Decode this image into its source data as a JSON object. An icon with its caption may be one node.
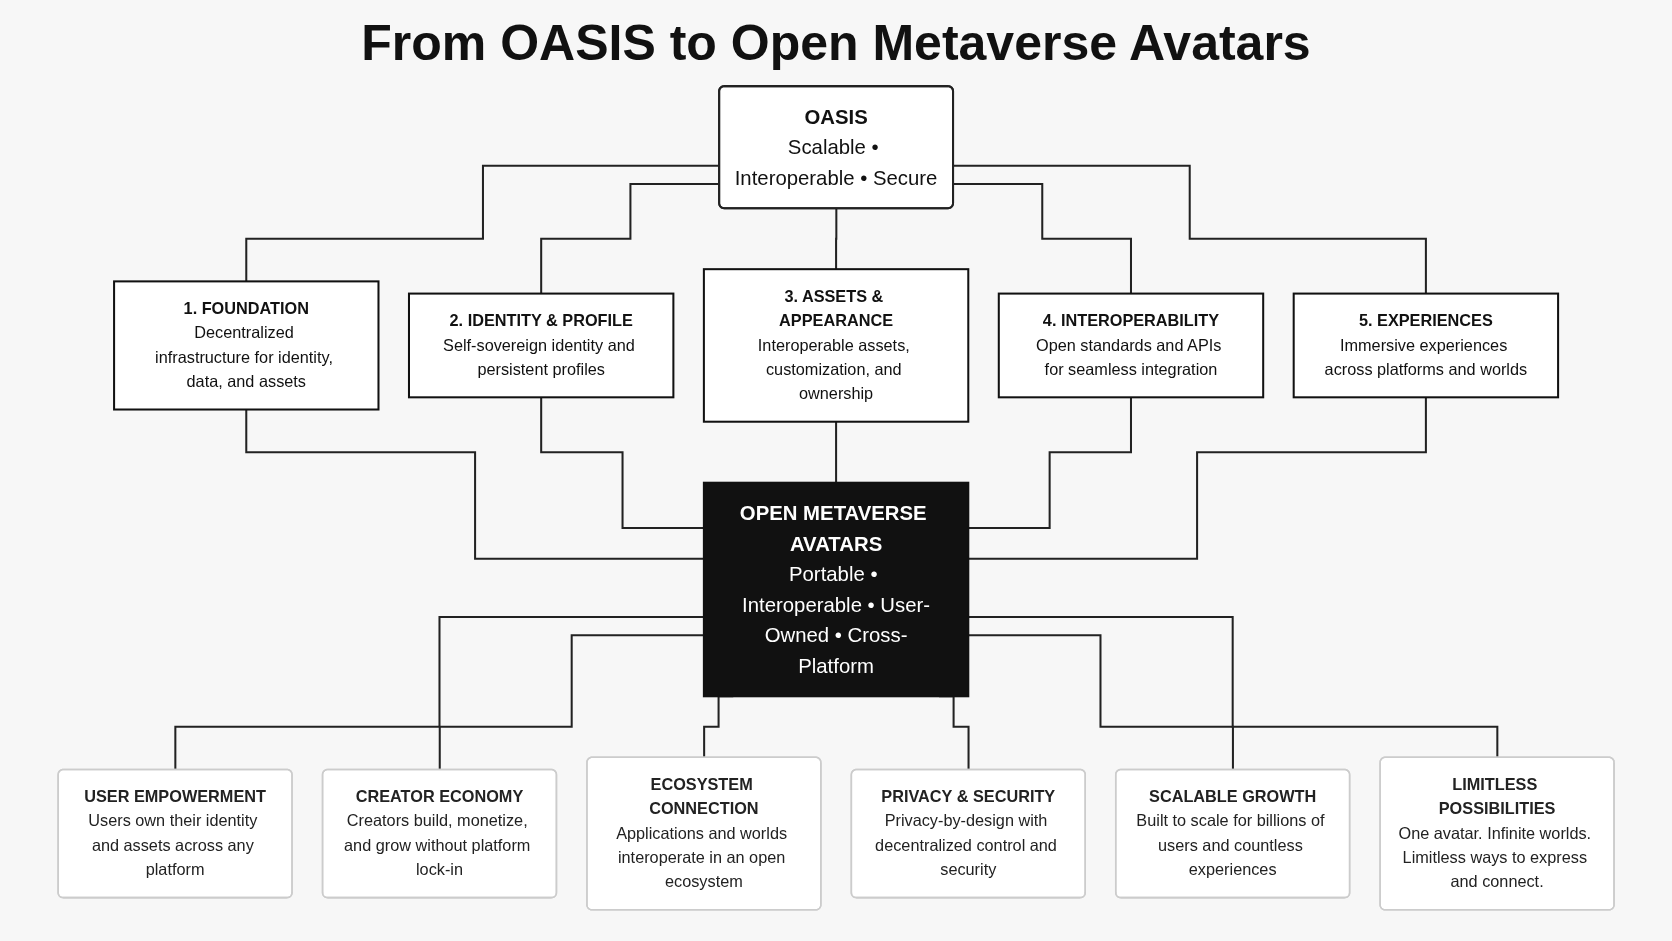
{
  "diagram": {
    "title": "From OASIS to Open Metaverse Avatars",
    "nodes": [
      {
        "text": [
          "OASIS",
          "Scalable • Interoperable • Secure"
        ]
      },
      {
        "text": [
          "1. FOUNDATION",
          "Decentralized infrastructure for identity, data, and assets"
        ]
      },
      {
        "text": [
          "2. IDENTITY & PROFILE",
          "Self-sovereign identity and persistent profiles"
        ]
      },
      {
        "text": [
          "3. ASSETS & APPEARANCE",
          "Interoperable assets, customization, and ownership"
        ]
      },
      {
        "text": [
          "4. INTEROPERABILITY",
          "Open standards and APIs for seamless integration"
        ]
      },
      {
        "text": [
          "5. EXPERIENCES",
          "Immersive experiences across platforms and worlds"
        ]
      },
      {
        "text": [
          "OPEN METAVERSE AVATARS",
          "Portable • Interoperable • User-Owned • Cross-Platform"
        ]
      },
      {
        "text": [
          "USER EMPOWERMENT",
          "Users own their identity and assets across any platform"
        ]
      },
      {
        "text": [
          "CREATOR ECONOMY",
          "Creators build, monetize, and grow without platform lock-in"
        ]
      },
      {
        "text": [
          "ECOSYSTEM CONNECTION",
          "Applications and worlds interoperate in an open ecosystem"
        ]
      },
      {
        "text": [
          "PRIVACY & SECURITY",
          "Privacy-by-design with decentralized control and security"
        ]
      },
      {
        "text": [
          "SCALABLE GROWTH",
          "Built to scale for billions of users and countless experiences"
        ]
      },
      {
        "text": [
          "LIMITLESS POSSIBILITIES",
          "One avatar. Infinite worlds. Limitless ways to express and connect."
        ]
      }
    ],
    "edges": [
      {
        "from": 0,
        "to": 1,
        "arrow": "none"
      },
      {
        "from": 0,
        "to": 2,
        "arrow": "none"
      },
      {
        "from": 0,
        "to": 3,
        "arrow": "none"
      },
      {
        "from": 0,
        "to": 4,
        "arrow": "none"
      },
      {
        "from": 0,
        "to": 5,
        "arrow": "none"
      },
      {
        "from": 1,
        "to": 6,
        "arrow": "none"
      },
      {
        "from": 2,
        "to": 6,
        "arrow": "none"
      },
      {
        "from": 3,
        "to": 6,
        "arrow": "none"
      },
      {
        "from": 4,
        "to": 6,
        "arrow": "none"
      },
      {
        "from": 5,
        "to": 6,
        "arrow": "none"
      },
      {
        "from": 6,
        "to": 7,
        "arrow": "none"
      },
      {
        "from": 6,
        "to": 8,
        "arrow": "none"
      },
      {
        "from": 6,
        "to": 9,
        "arrow": "none"
      },
      {
        "from": 6,
        "to": 10,
        "arrow": "none"
      },
      {
        "from": 6,
        "to": 11,
        "arrow": "none"
      },
      {
        "from": 6,
        "to": 12,
        "arrow": "none"
      }
    ]
  }
}
